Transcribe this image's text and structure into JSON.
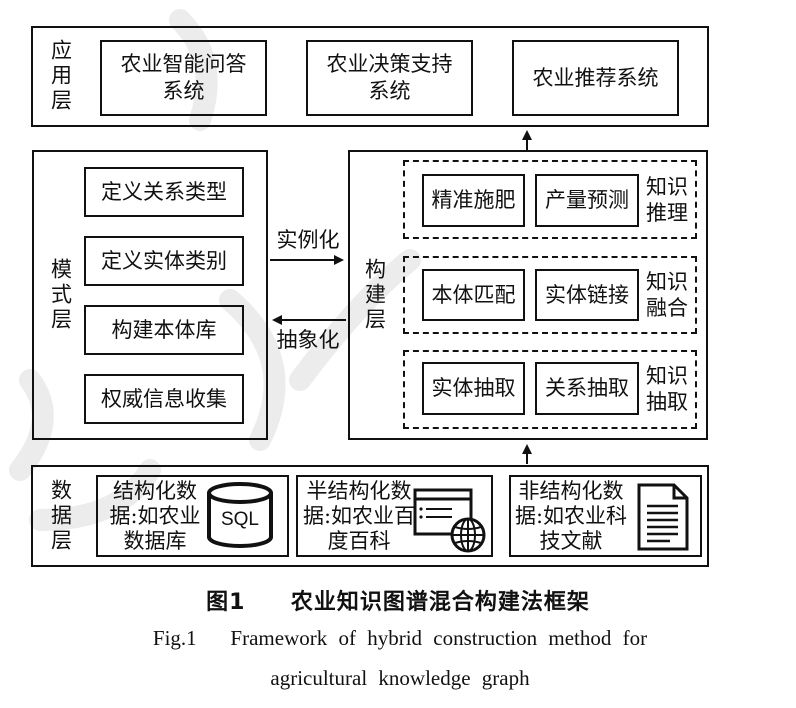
{
  "layers": {
    "application": {
      "label": "应用层",
      "items": [
        "农业智能问答系统",
        "农业决策支持系统",
        "农业推荐系统"
      ]
    },
    "schema": {
      "label": "模式层",
      "items": [
        "定义关系类型",
        "定义实体类别",
        "构建本体库",
        "权威信息收集"
      ]
    },
    "construction": {
      "label": "构建层",
      "groups": [
        {
          "items": [
            "精准施肥",
            "产量预测"
          ],
          "label": "知识推理"
        },
        {
          "items": [
            "本体匹配",
            "实体链接"
          ],
          "label": "知识融合"
        },
        {
          "items": [
            "实体抽取",
            "关系抽取"
          ],
          "label": "知识抽取"
        }
      ]
    },
    "data": {
      "label": "数据层",
      "sources": [
        {
          "text": "结构化数据:如农业数据库",
          "icon": "database-icon",
          "icon_text": "SQL"
        },
        {
          "text": "半结构化数据:如农业百度百科",
          "icon": "web-page-icon"
        },
        {
          "text": "非结构化数据:如农业科技文献",
          "icon": "document-icon"
        }
      ]
    }
  },
  "arrows": {
    "instantiate": "实例化",
    "abstract": "抽象化"
  },
  "caption": {
    "cn_fig": "图1",
    "cn_title": "农业知识图谱混合构建法框架",
    "en_line1": "Fig.1   Framework of hybrid construction method for",
    "en_line2": "agricultural knowledge graph"
  }
}
